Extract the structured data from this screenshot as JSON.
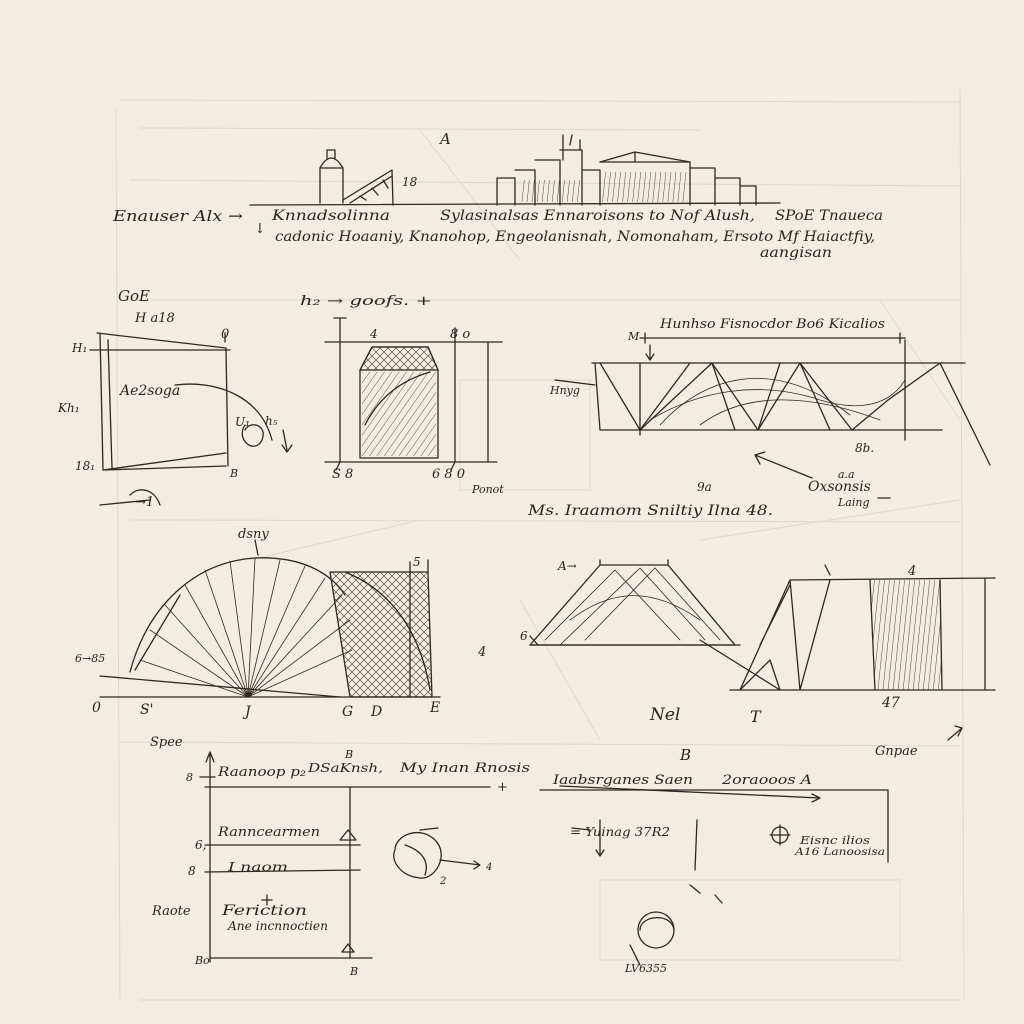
{
  "header": {
    "mark_a": "A",
    "tower_num": "18",
    "left_title": "Enauser Alx →",
    "down_arrow": "↓",
    "col1_line1": "Knnadsolinna",
    "col2_line1": "Sylasinalsas Ennaroisons to Nof Alush,",
    "right_line1": "SPoE Tnaueca",
    "row2": "cadonic Hoaaniy, Knanohop, Engeolanisnah, Nomonaham, Ersoto Mf Haiactfiy,",
    "right_line3": "aangisan"
  },
  "panel_a": {
    "title": "GoE",
    "subtitle": "H a18",
    "h_left": "H₁",
    "zero": "0",
    "note": "Ae2soga",
    "kh": "Kh₁",
    "u1": "U₁",
    "h5": "h₅",
    "n18": "18₁",
    "b": "B",
    "arrow": "→1"
  },
  "panel_b": {
    "label": "h₂ → goofs. +",
    "num4": "4",
    "num8o": "8  o",
    "bl": "S  8",
    "br": "6  8  0",
    "note": "Ponot"
  },
  "panel_c": {
    "title": "Hunhso Fisnocdor Bo6 Kicalios",
    "m": "M",
    "left": "Hnyg",
    "right_label": "8b.",
    "arrow_label": "9a",
    "note_line1": "a.a",
    "note_line2": "Oxsonsis",
    "note_line3": "Laing"
  },
  "caption_mid": "Ms. Iraamom Sniltiy Ilna 48.",
  "panel_d": {
    "top": "dsny",
    "corner": "5",
    "left": "6→85",
    "base_labels": [
      "0",
      "S'",
      "J",
      "G",
      "D",
      "E"
    ]
  },
  "panel_e": {
    "top": "A→",
    "left": "6",
    "mid": "4",
    "bottom": "Nel",
    "t": "T"
  },
  "panel_f": {
    "top": "4",
    "bottom": "47",
    "right": "Gnpae"
  },
  "panel_g": {
    "spee": "Spee",
    "b_top": "B",
    "axis_top": "8",
    "row1": "Raanoop p₂",
    "row1_b": "DSaKnsh,",
    "row1_c": "My Inan Rnosis",
    "plus": "+",
    "row2": "Ranncearmen",
    "six": "6,",
    "eight": "8",
    "row3": "I naom",
    "side": "Raote",
    "row4_l1": "Feriction",
    "row4_l2": "Ane incnnoctien",
    "mini_2": "2",
    "mini_4": "4",
    "bo": "Bo",
    "b_bottom": "B"
  },
  "panel_h": {
    "b_top": "B",
    "line1_left": "Iaabsrganes Saen",
    "line1_right": "2oraooos A",
    "dim": "= Yuinag 37R2",
    "note_l1": "Eisnc ilios",
    "note_l2": "A16 Lanoosisa",
    "code": "LV6355"
  },
  "colors": {
    "paper": "#f3ece1",
    "ink": "#2e2722",
    "ghost": "#e1d7ca"
  }
}
